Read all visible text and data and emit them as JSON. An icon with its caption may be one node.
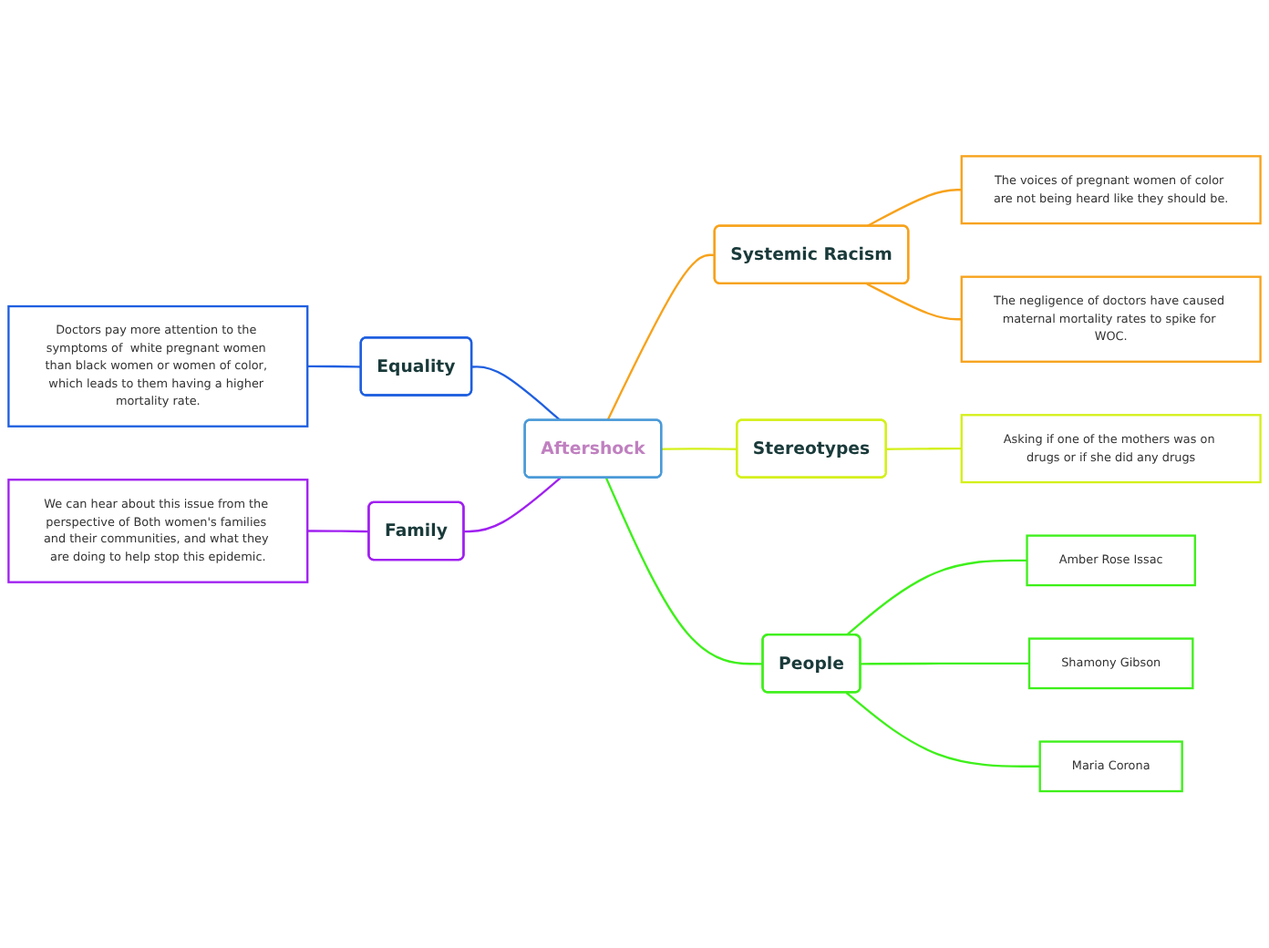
{
  "diagram": {
    "nodes": [
      {
        "text": [
          "Doctors pay more attention to the symptoms of  white pregnant women than black women or women of color, which leads to them having a higher mortality rate."
        ]
      },
      {
        "text": [
          "We can hear about this issue from the perspective of Both women's families and their communities, and what they are doing to help stop this epidemic."
        ]
      },
      {
        "text": [
          "Equality"
        ]
      },
      {
        "text": [
          "Family"
        ]
      },
      {
        "text": [
          "Aftershock"
        ]
      },
      {
        "text": [
          "Systemic Racism"
        ]
      },
      {
        "text": [
          "The voices of pregnant women of color are not being heard like they should be."
        ]
      },
      {
        "text": [
          "The negligence of doctors have caused maternal mortality rates to spike for WOC."
        ]
      },
      {
        "text": [
          "Stereotypes"
        ]
      },
      {
        "text": [
          "Asking if one of the mothers was on drugs or if she did any drugs"
        ]
      },
      {
        "text": [
          "People"
        ]
      },
      {
        "text": [
          "Amber Rose Issac"
        ]
      },
      {
        "text": [
          "Shamony Gibson"
        ]
      },
      {
        "text": [
          "Maria Corona"
        ]
      }
    ],
    "edges": [
      {
        "from": 0,
        "to": 2,
        "arrow": "none",
        "color": "#1f5fe0"
      },
      {
        "from": 1,
        "to": 3,
        "arrow": "none",
        "color": "#a020f0"
      },
      {
        "from": 2,
        "to": 4,
        "arrow": "none",
        "color": "#1f5fe0"
      },
      {
        "from": 3,
        "to": 4,
        "arrow": "none",
        "color": "#a020f0"
      },
      {
        "from": 4,
        "to": 5,
        "arrow": "none",
        "color": "#f7a21b"
      },
      {
        "from": 5,
        "to": 6,
        "arrow": "none",
        "color": "#f7a21b"
      },
      {
        "from": 5,
        "to": 7,
        "arrow": "none",
        "color": "#f7a21b"
      },
      {
        "from": 4,
        "to": 8,
        "arrow": "none",
        "color": "#d4f01a"
      },
      {
        "from": 8,
        "to": 9,
        "arrow": "none",
        "color": "#d4f01a"
      },
      {
        "from": 4,
        "to": 10,
        "arrow": "none",
        "color": "#3ef01a"
      },
      {
        "from": 10,
        "to": 11,
        "arrow": "none",
        "color": "#3ef01a"
      },
      {
        "from": 10,
        "to": 12,
        "arrow": "none",
        "color": "#3ef01a"
      },
      {
        "from": 10,
        "to": 13,
        "arrow": "none",
        "color": "#3ef01a"
      }
    ]
  }
}
